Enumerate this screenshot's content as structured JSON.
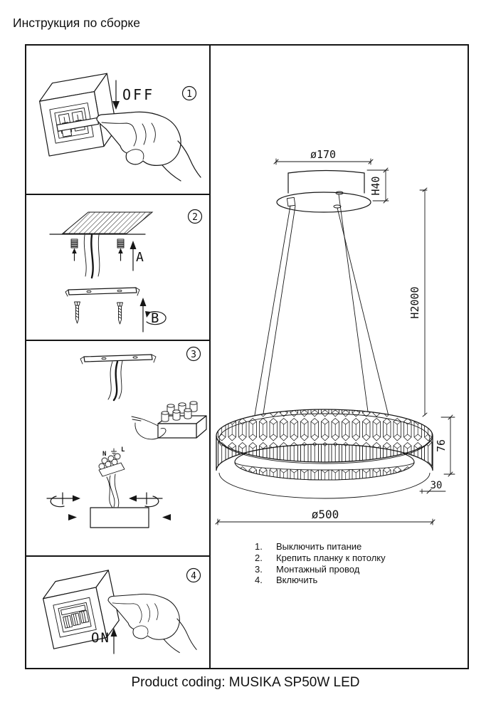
{
  "title": "Инструкция по сборке",
  "product": {
    "caption": "Product coding: MUSIKA SP50W LED"
  },
  "steps": [
    {
      "num": "1",
      "switch_label": "OFF",
      "icons": [
        "breaker-box-icon",
        "down-arrow-icon",
        "pointing-hand-icon",
        "step-number-badge"
      ]
    },
    {
      "num": "2",
      "label_a": "A",
      "label_b": "B",
      "icons": [
        "ceiling-hatch-icon",
        "wall-plug-icon",
        "wires-icon",
        "mounting-bracket-icon",
        "screw-icon",
        "rotate-icon",
        "step-number-badge"
      ]
    },
    {
      "num": "3",
      "terminal_labels": {
        "n": "N",
        "earth": "⏚",
        "l": "L"
      },
      "icons": [
        "mounting-bracket-icon",
        "terminal-block-icon",
        "wire-connector-icon",
        "earth-ground-icon",
        "canopy-box-icon",
        "rotate-arrow-icon",
        "step-number-badge"
      ]
    },
    {
      "num": "4",
      "switch_label": "ON",
      "icons": [
        "breaker-box-icon",
        "up-arrow-icon",
        "pointing-hand-icon",
        "step-number-badge"
      ]
    }
  ],
  "diagram": {
    "dimensions": {
      "canopy_diameter": "ø170",
      "canopy_height": "H40",
      "suspension_height": "H2000",
      "ring_height": "76",
      "band_width": "30",
      "ring_diameter": "ø500"
    }
  },
  "instructions": [
    {
      "num": "1.",
      "text": "Выключить питание"
    },
    {
      "num": "2.",
      "text": "Крепить планку к потолку"
    },
    {
      "num": "3.",
      "text": "Монтажный провод"
    },
    {
      "num": "4.",
      "text": "Включить"
    }
  ]
}
